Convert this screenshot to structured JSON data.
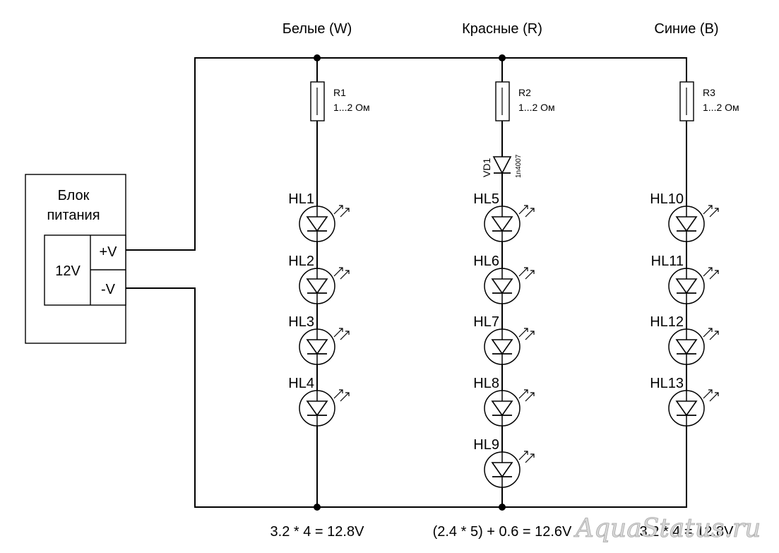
{
  "columns": [
    {
      "title": "Белые (W)",
      "formula": "3.2 * 4 = 12.8V"
    },
    {
      "title": "Красные (R)",
      "formula": "(2.4 * 5) + 0.6 = 12.6V"
    },
    {
      "title": "Синие (B)",
      "formula": "3.2 * 4 = 12.8V"
    }
  ],
  "power_supply": {
    "title_line1": "Блок",
    "title_line2": "питания",
    "voltage": "12V",
    "plus": "+V",
    "minus": "-V"
  },
  "resistors": [
    {
      "name": "R1",
      "value": "1...2 Ом"
    },
    {
      "name": "R2",
      "value": "1...2 Ом"
    },
    {
      "name": "R3",
      "value": "1...2 Ом"
    }
  ],
  "diode": {
    "name": "VD1",
    "part": "1n4007"
  },
  "leds": {
    "white": [
      "HL1",
      "HL2",
      "HL3",
      "HL4"
    ],
    "red": [
      "HL5",
      "HL6",
      "HL7",
      "HL8",
      "HL9"
    ],
    "blue": [
      "HL10",
      "HL11",
      "HL12",
      "HL13"
    ]
  },
  "watermark": "AquaStatus.ru"
}
